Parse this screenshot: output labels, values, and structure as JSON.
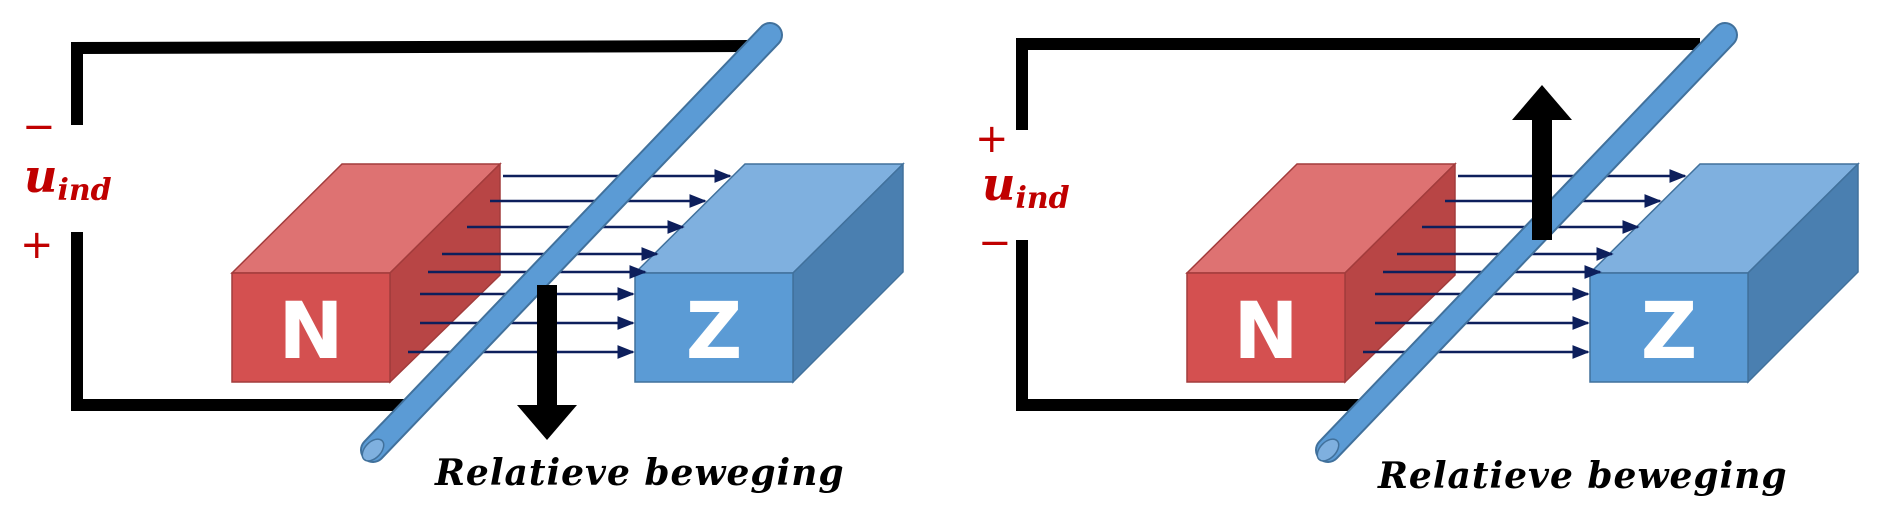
{
  "panels": [
    {
      "id": "left",
      "north_label": "N",
      "south_label": "Z",
      "voltage_symbol": "u",
      "voltage_subscript": "ind",
      "top_sign": "−",
      "bottom_sign": "+",
      "motion_direction": "down",
      "caption": "Relatieve beweging"
    },
    {
      "id": "right",
      "north_label": "N",
      "south_label": "Z",
      "voltage_symbol": "u",
      "voltage_subscript": "ind",
      "top_sign": "+",
      "bottom_sign": "−",
      "motion_direction": "up",
      "caption": "Relatieve beweging"
    }
  ],
  "colors": {
    "north_front": "#d45050",
    "north_top": "#de7272",
    "north_side": "#b84545",
    "south_front": "#5b9bd5",
    "south_top": "#7fb0df",
    "south_side": "#4a7fb0",
    "rod": "#5b9bd5",
    "field_lines": "#0d1f5c",
    "sign_color": "#c00000"
  }
}
